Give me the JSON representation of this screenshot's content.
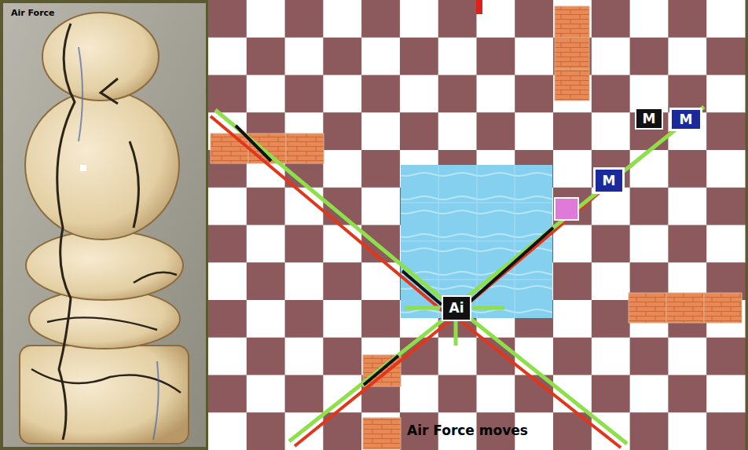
{
  "diagram": {
    "nodes": [
      {
        "text": [
          "Ai"
        ]
      },
      {
        "text": [
          "M"
        ]
      },
      {
        "text": [
          "M"
        ]
      },
      {
        "text": [
          "M"
        ]
      }
    ],
    "labels": [
      "Air Force",
      "Air Force moves"
    ]
  }
}
